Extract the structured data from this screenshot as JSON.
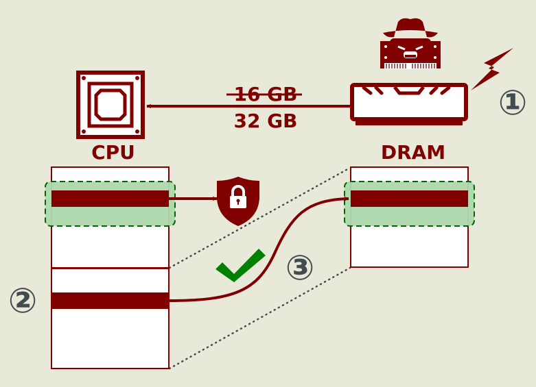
{
  "colors": {
    "background": "#e9e9d9",
    "primary": "#800000",
    "highlight_fill": "#add8ad",
    "highlight_border": "#006400",
    "check": "#008000",
    "marker": "#434b4f",
    "memory_fill": "#ffffff"
  },
  "labels": {
    "cpu": "CPU",
    "dram": "DRAM",
    "old_capacity": "16 GB",
    "new_capacity": "32 GB"
  },
  "markers": {
    "step1": "①",
    "step2": "②",
    "step3": "③"
  },
  "icons": {
    "cpu": "cpu-chip-icon",
    "dram": "ram-module-icon",
    "attacker": "spy-hacker-icon",
    "attack": "lightning-bolt-icon",
    "protected": "shield-lock-icon",
    "ok": "checkmark-icon"
  }
}
